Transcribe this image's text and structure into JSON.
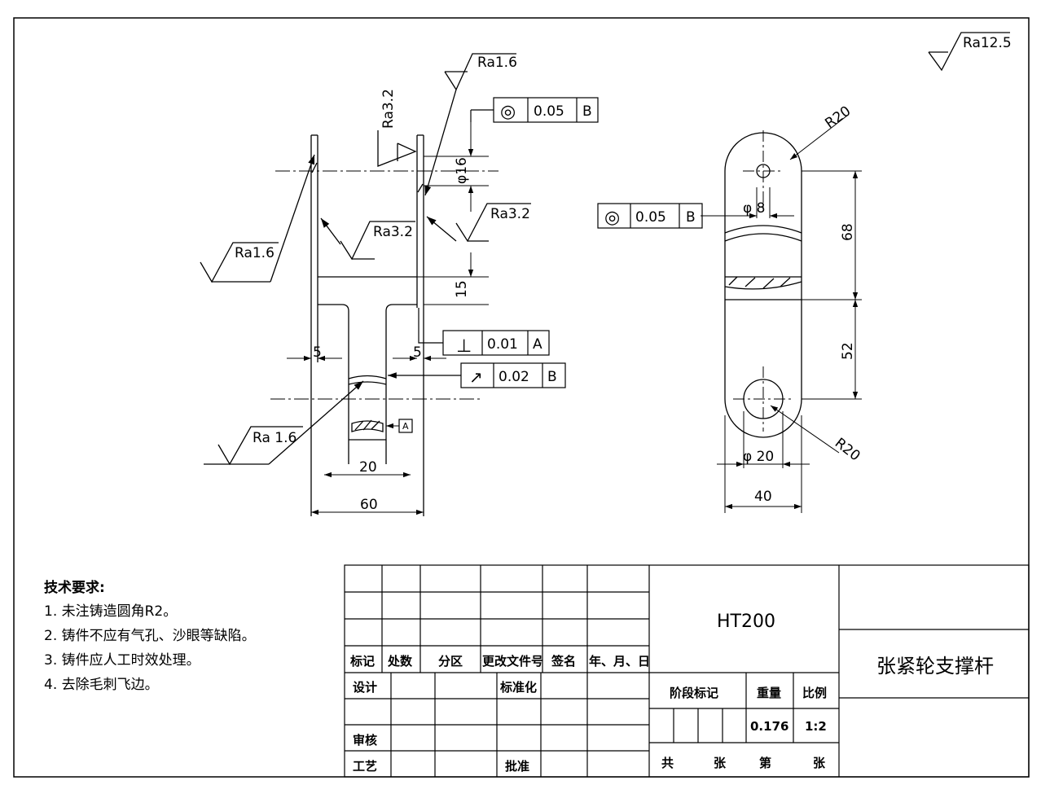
{
  "surface_roughness": {
    "general": "Ra12.5",
    "top": "Ra1.6",
    "left_flange": "Ra3.2",
    "inner_left": "Ra3.2",
    "inner_right": "Ra3.2",
    "outer_left": "Ra1.6",
    "bottom_left": "Ra 1.6"
  },
  "dimensions": {
    "front": {
      "bore": "φ16",
      "offset": "15",
      "wall_left": "5",
      "wall_right": "5",
      "hub_width": "20",
      "total_width": "60"
    },
    "side": {
      "hole_small": "φ 8",
      "hole_large": "φ 20",
      "radius_top": "R20",
      "radius_bottom": "R20",
      "upper_len": "68",
      "lower_len": "52",
      "width": "40"
    }
  },
  "tolerances": {
    "front_concentricity": {
      "symbol": "◎",
      "value": "0.05",
      "datum": "B"
    },
    "side_concentricity": {
      "symbol": "◎",
      "value": "0.05",
      "datum": "B"
    },
    "perpendicularity": {
      "symbol": "⊥",
      "value": "0.01",
      "datum": "A"
    },
    "runout": {
      "symbol": "↗",
      "value": "0.02",
      "datum": "B"
    },
    "datum_a": "A"
  },
  "requirements": {
    "title": "技术要求:",
    "items": [
      "1. 未注铸造圆角R2。",
      "2. 铸件不应有气孔、沙眼等缺陷。",
      "3. 铸件应人工时效处理。",
      "4. 去除毛刺飞边。"
    ]
  },
  "title_block": {
    "material": "HT200",
    "part_name": "张紧轮支撑杆",
    "rev_headers": [
      "标记",
      "处数",
      "分区",
      "更改文件号",
      "签名",
      "年、月、日"
    ],
    "design": "设计",
    "standardize": "标准化",
    "review": "审核",
    "process": "工艺",
    "approve": "批准",
    "stage_mark": "阶段标记",
    "weight_label": "重量",
    "scale_label": "比例",
    "weight": "0.176",
    "scale": "1:2",
    "total": "共",
    "sheet_unit": "张",
    "sheet_no": "第",
    "sheet_unit2": "张"
  }
}
